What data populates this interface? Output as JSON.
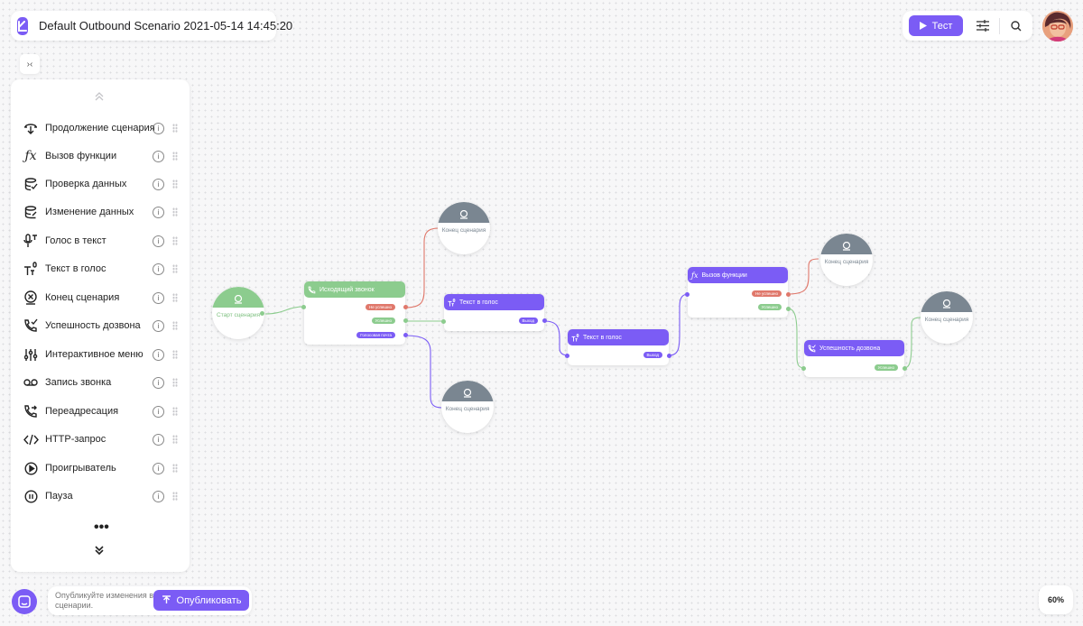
{
  "header": {
    "title": "Default Outbound Scenario 2021-05-14 14:45:20",
    "test_label": "Тест"
  },
  "sidebar": {
    "items": [
      {
        "label": "Продолжение сценария",
        "icon": "continue-scenario-icon"
      },
      {
        "label": "Вызов функции",
        "icon": "function-icon"
      },
      {
        "label": "Проверка данных",
        "icon": "data-check-icon"
      },
      {
        "label": "Изменение данных",
        "icon": "data-edit-icon"
      },
      {
        "label": "Голос в текст",
        "icon": "voice-to-text-icon"
      },
      {
        "label": "Текст в голос",
        "icon": "text-to-voice-icon"
      },
      {
        "label": "Конец сценария",
        "icon": "end-scenario-icon"
      },
      {
        "label": "Успешность дозвона",
        "icon": "call-success-icon"
      },
      {
        "label": "Интерактивное меню",
        "icon": "interactive-menu-icon"
      },
      {
        "label": "Запись звонка",
        "icon": "call-record-icon"
      },
      {
        "label": "Переадресация",
        "icon": "redirect-icon"
      },
      {
        "label": "HTTP-запрос",
        "icon": "http-request-icon"
      },
      {
        "label": "Проигрыватель",
        "icon": "player-icon"
      },
      {
        "label": "Пауза",
        "icon": "pause-icon"
      }
    ],
    "more": "•••"
  },
  "footer": {
    "publish_hint": "Опубликуйте изменения в сценарии.",
    "publish_label": "Опубликовать",
    "zoom": "60%"
  },
  "canvas": {
    "start_node": {
      "label": "Старт сценария"
    },
    "end_nodes": [
      {
        "label": "Конец сценария"
      },
      {
        "label": "Конец сценария"
      },
      {
        "label": "Конец сценария"
      },
      {
        "label": "Конец сценария"
      }
    ],
    "outbound_call": {
      "title": "Исходящий звонок",
      "outputs": [
        "Не успешно",
        "Успешно",
        "Голосовая почта"
      ]
    },
    "tts1": {
      "title": "Текст в голос",
      "output": "Выход"
    },
    "tts2": {
      "title": "Текст в голос",
      "output": "Выход"
    },
    "function_call": {
      "title": "Вызов функции",
      "outputs": [
        "Не успешно",
        "Успешно"
      ]
    },
    "call_success": {
      "title": "Успешность дозвона",
      "output": "Успешно"
    }
  },
  "colors": {
    "accent": "#7b5cf5",
    "success": "#8ccc8e",
    "error": "#e0786b",
    "end_node": "#7a8691"
  }
}
